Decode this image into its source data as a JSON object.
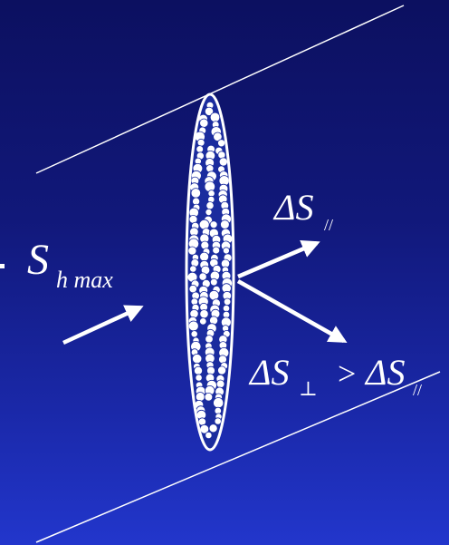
{
  "labels": {
    "stress_max": {
      "symbol": "S",
      "subscript": "h max"
    },
    "delta_parallel": {
      "symbol": "ΔS",
      "subscript": "//"
    },
    "inequality": {
      "left_symbol": "ΔS",
      "left_subscript": "⊥",
      "operator": ">",
      "right_symbol": "ΔS",
      "right_subscript": "//"
    }
  },
  "colors": {
    "background_top": "#0c1060",
    "background_bottom": "#2236cc",
    "foreground": "#ffffff"
  }
}
